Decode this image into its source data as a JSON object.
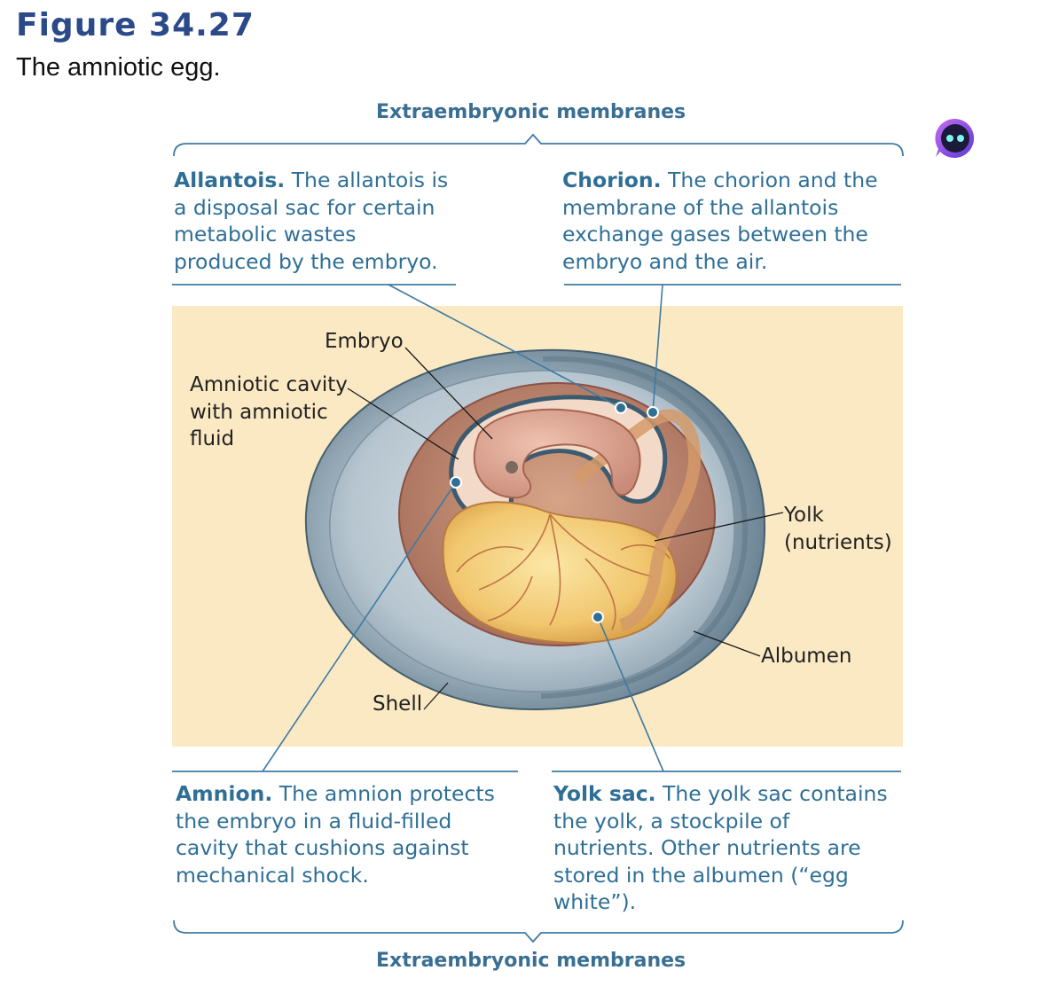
{
  "figure": {
    "number": "Figure 34.27",
    "caption": "The amniotic egg."
  },
  "group_labels": {
    "top": "Extraembryonic membranes",
    "bottom": "Extraembryonic membranes"
  },
  "descriptions": {
    "allantois": {
      "head": "Allantois.",
      "lines": [
        " The allantois is",
        "a disposal sac for certain",
        "metabolic wastes",
        "produced by the embryo."
      ]
    },
    "chorion": {
      "head": "Chorion.",
      "lines": [
        " The chorion and the",
        "membrane of the allantois",
        "exchange gases between the",
        "embryo and the air."
      ]
    },
    "amnion": {
      "head": "Amnion.",
      "lines": [
        " The amnion protects",
        "the embryo in a fluid-filled",
        "cavity that cushions against",
        "mechanical shock."
      ]
    },
    "yolk_sac": {
      "head": "Yolk sac.",
      "lines": [
        " The yolk sac contains",
        "the yolk, a stockpile of",
        "nutrients. Other nutrients are",
        "stored in the albumen (“egg",
        "white”)."
      ]
    }
  },
  "labels": {
    "embryo": "Embryo",
    "amniotic_cavity": [
      "Amniotic cavity",
      "with amniotic",
      "fluid"
    ],
    "yolk": [
      "Yolk",
      "(nutrients)"
    ],
    "albumen": "Albumen",
    "shell": "Shell"
  },
  "colors": {
    "title_blue": "#2b4a8a",
    "text_blue": "#2f6f96",
    "panel_bg": "#fbe9c4",
    "shell_gray": "#7e95a6",
    "yolk": "#eec46a",
    "leader_line": "#3e7ba3",
    "assistant_purple": "#8b4bd8"
  },
  "icons": {
    "assistant": "assistant-bot-icon"
  }
}
